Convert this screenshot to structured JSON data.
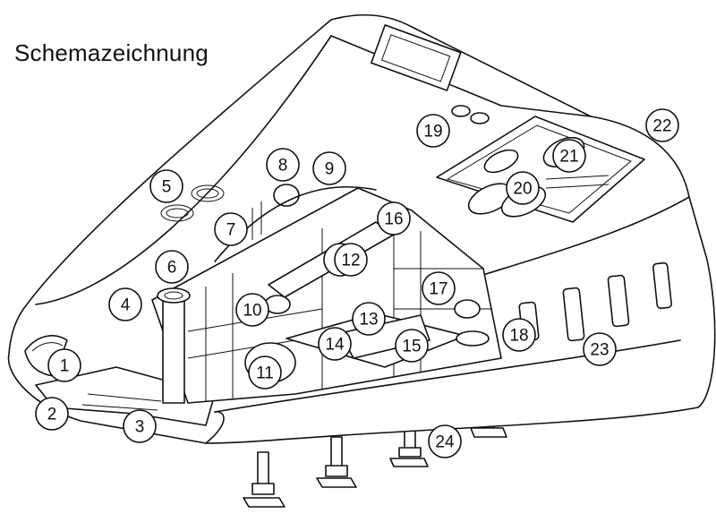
{
  "title": "Schemazeichnung",
  "callouts": [
    "1",
    "2",
    "3",
    "4",
    "5",
    "6",
    "7",
    "8",
    "9",
    "10",
    "11",
    "12",
    "13",
    "14",
    "15",
    "16",
    "17",
    "18",
    "19",
    "20",
    "21",
    "22",
    "23",
    "24"
  ]
}
